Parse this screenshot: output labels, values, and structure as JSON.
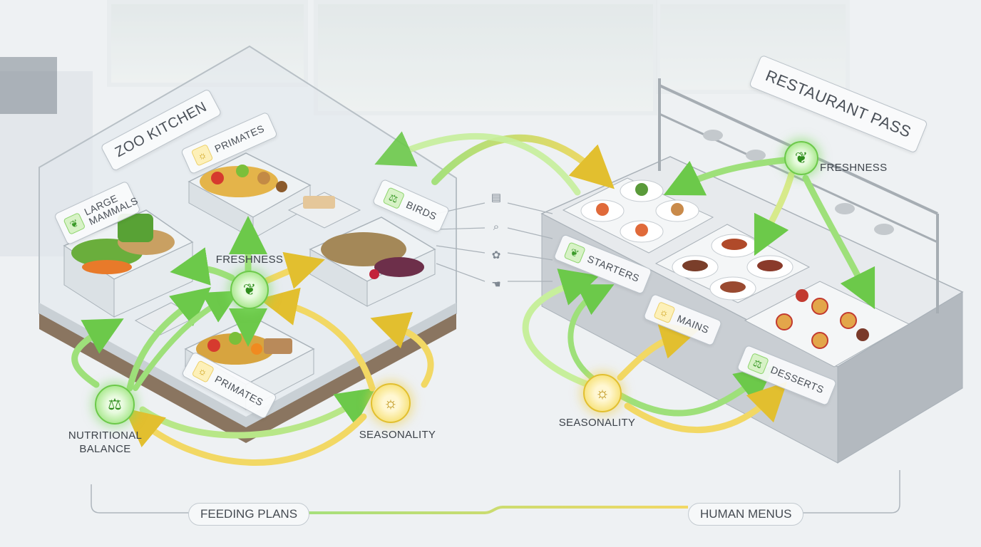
{
  "zoo": {
    "title": "ZOO KITCHEN",
    "bins": {
      "large_mammals": "LARGE MAMMALS",
      "primates_top": "PRIMATES",
      "birds": "BIRDS",
      "primates_bottom": "PRIMATES"
    },
    "nodes": {
      "freshness": "FRESHNESS",
      "nutritional_balance": "NUTRITIONAL BALANCE",
      "seasonality": "SEASONALITY"
    }
  },
  "restaurant": {
    "title": "RESTAURANT PASS",
    "sections": {
      "starters": "STARTERS",
      "mains": "MAINS",
      "desserts": "DESSERTS"
    },
    "nodes": {
      "freshness": "FRESHNESS",
      "seasonality": "SEASONALITY"
    }
  },
  "footer": {
    "left": "FEEDING PLANS",
    "right": "HUMAN MENUS"
  },
  "colors": {
    "green": "#7fd460",
    "yellow": "#eccb3d",
    "steel": "#b9c0c6"
  },
  "icons": {
    "freshness": "leaf-icon",
    "nutritional_balance": "scale-icon",
    "seasonality": "sun-icon",
    "bridge": [
      "clipboard-icon",
      "magnifier-icon",
      "sprout-icon",
      "hand-icon"
    ]
  }
}
